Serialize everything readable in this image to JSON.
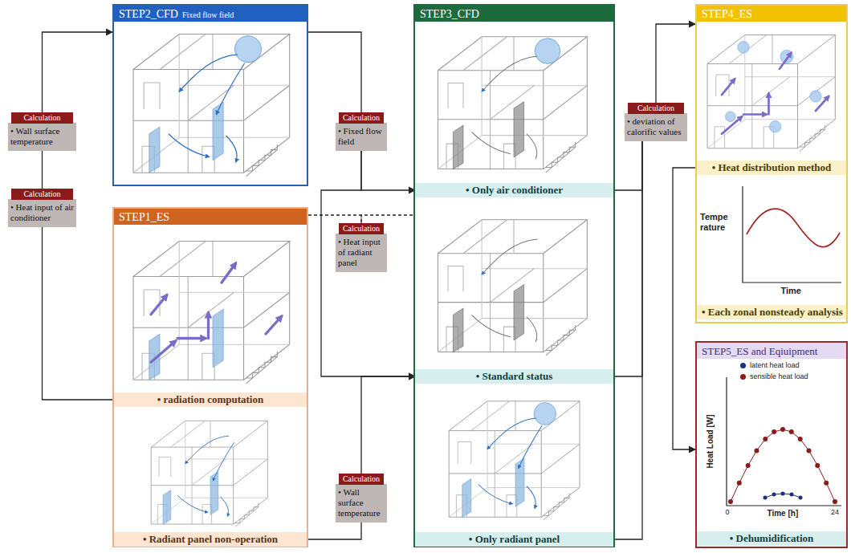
{
  "diagram": {
    "nodes": [
      {
        "text": [
          "Calculation",
          "• Wall surface temperature"
        ]
      },
      {
        "text": [
          "Calculation",
          "• Heat input of air conditioner"
        ]
      },
      {
        "text": [
          "STEP2_CFD",
          "Fixed flow field"
        ]
      },
      {
        "text": [
          "STEP1_ES"
        ]
      },
      {
        "text": [
          "• radiation computation"
        ],
        "in": 3
      },
      {
        "text": [
          "• Radiant panel non-operation"
        ],
        "in": 3
      },
      {
        "text": [
          "Calculation",
          "• Fixed flow field"
        ]
      },
      {
        "text": [
          "Calculation",
          "• Heat input of radiant panel"
        ]
      },
      {
        "text": [
          "Calculation",
          "• Wall surface temperature"
        ]
      },
      {
        "text": [
          "STEP3_CFD"
        ]
      },
      {
        "text": [
          "• Only air conditioner"
        ],
        "in": 9
      },
      {
        "text": [
          "• Standard status"
        ],
        "in": 9
      },
      {
        "text": [
          "• Only radiant panel"
        ],
        "in": 9
      },
      {
        "text": [
          "Calculation",
          "• deviation of calorific values"
        ]
      },
      {
        "text": [
          "STEP4_ES"
        ]
      },
      {
        "text": [
          "• Heat distribution method"
        ],
        "in": 14
      },
      {
        "text": [
          "• Each zonal nonsteady analysis"
        ],
        "in": 14
      },
      {
        "text": [
          "STEP5_ES and Eqiuipment"
        ]
      },
      {
        "text": [
          "• Dehumidification"
        ],
        "in": 17
      }
    ],
    "edges": [
      {
        "from": 4,
        "to": 1,
        "arrow": "none"
      },
      {
        "from": 1,
        "to": 0,
        "arrow": "none"
      },
      {
        "from": 0,
        "to": 2,
        "arrow": "to"
      },
      {
        "from": 2,
        "to": 6,
        "arrow": "none"
      },
      {
        "from": 6,
        "to": 10,
        "arrow": "to"
      },
      {
        "from": 6,
        "to": 11,
        "arrow": "to"
      },
      {
        "from": 3,
        "to": 7,
        "arrow": "none"
      },
      {
        "from": 7,
        "to": 9,
        "arrow": "none"
      },
      {
        "from": 5,
        "to": 8,
        "arrow": "none"
      },
      {
        "from": 8,
        "to": 11,
        "arrow": "to"
      },
      {
        "from": 10,
        "to": 13,
        "arrow": "none"
      },
      {
        "from": 11,
        "to": 13,
        "arrow": "none"
      },
      {
        "from": 12,
        "to": 13,
        "arrow": "none"
      },
      {
        "from": 13,
        "to": 14,
        "arrow": "to"
      },
      {
        "from": 15,
        "to": 17,
        "arrow": "to"
      }
    ],
    "labels": [
      "Tempe rature",
      "Time",
      "Heat Load [W]",
      "0",
      "Time [h]",
      "24"
    ],
    "legend": [
      {
        "text": "latent heat load",
        "color": "#1e2f7a"
      },
      {
        "text": "sensible heat load",
        "color": "#8b1a1a"
      }
    ]
  }
}
